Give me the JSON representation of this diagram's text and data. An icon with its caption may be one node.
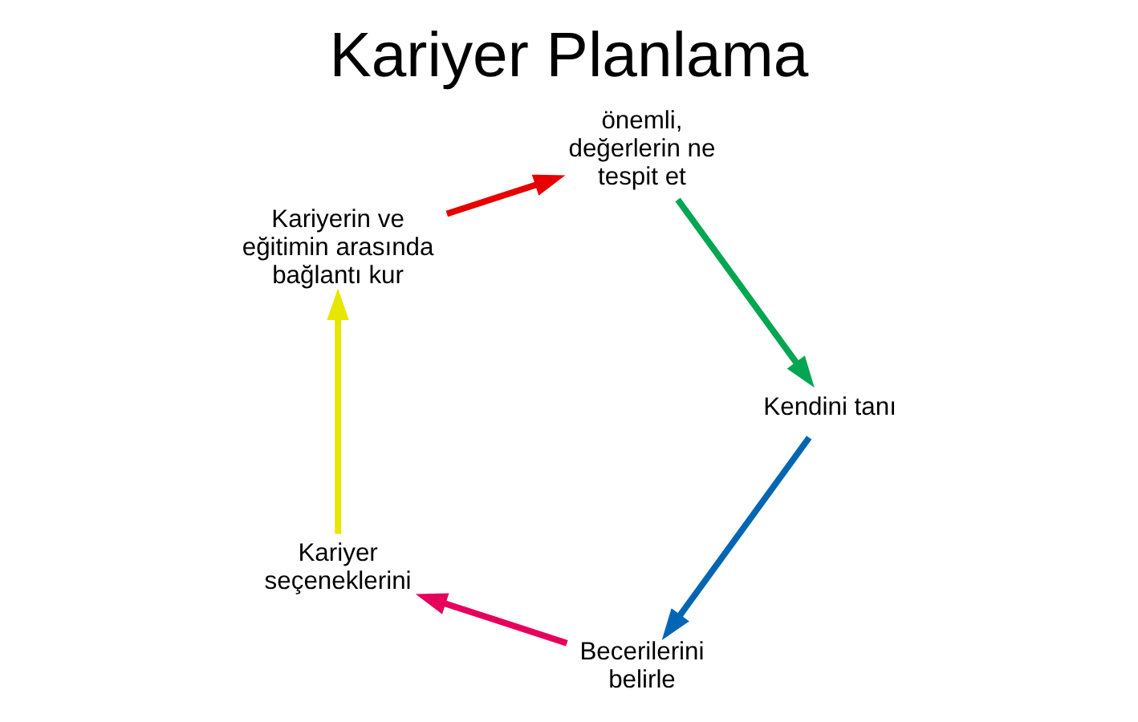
{
  "diagram": {
    "title": "Kariyer Planlama",
    "nodes": [
      {
        "text": [
          "önemli, değerlerin ne tespit et"
        ]
      },
      {
        "text": [
          "Kariyerin ve eğitimin arasında bağlantı kur"
        ]
      },
      {
        "text": [
          "Kendini tanı"
        ]
      },
      {
        "text": [
          "Kariyer seçeneklerini"
        ]
      },
      {
        "text": [
          "Becerilerini belirle"
        ]
      }
    ],
    "edges": [
      {
        "from": 1,
        "to": 0,
        "arrow": "to",
        "color": "#e60000"
      },
      {
        "from": 0,
        "to": 2,
        "arrow": "to",
        "color": "#00a651"
      },
      {
        "from": 2,
        "to": 4,
        "arrow": "to",
        "color": "#0066b3"
      },
      {
        "from": 4,
        "to": 3,
        "arrow": "to",
        "color": "#e6005c"
      },
      {
        "from": 3,
        "to": 1,
        "arrow": "to",
        "color": "#e6e600"
      }
    ]
  }
}
